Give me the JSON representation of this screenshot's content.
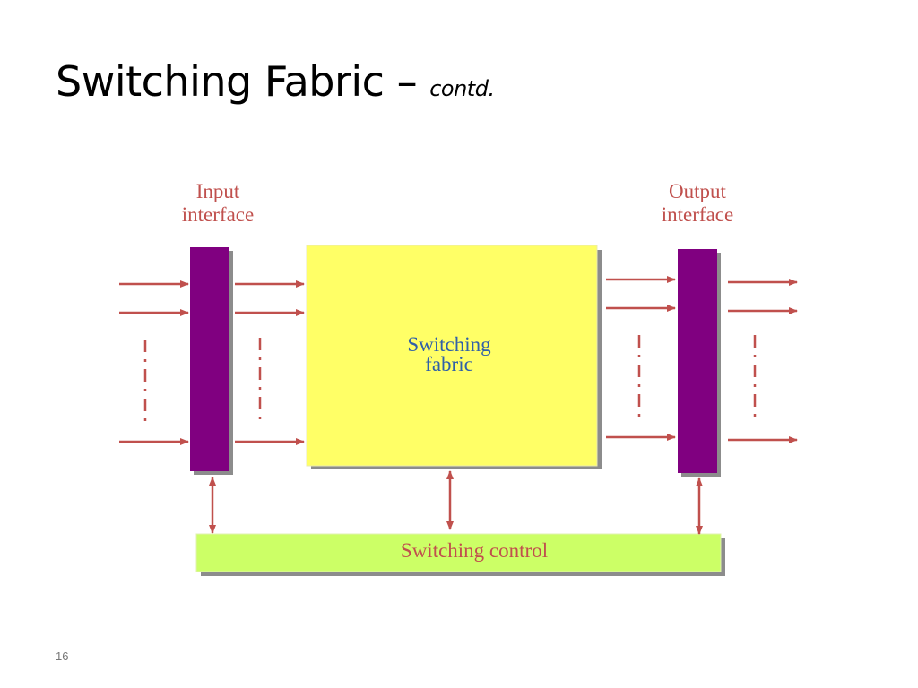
{
  "slide": {
    "title": "Switching Fabric –",
    "title_suffix": "contd.",
    "page_number": "16"
  },
  "diagram": {
    "input_interface_label": [
      "Input",
      "interface"
    ],
    "output_interface_label": [
      "Output",
      "interface"
    ],
    "fabric_label": [
      "Switching",
      "fabric"
    ],
    "control_label": "Switching control",
    "colors": {
      "interface_bar": "#800080",
      "fabric_fill": "#ffff66",
      "control_fill": "#ccff66",
      "arrow": "#c0504d",
      "label_red": "#c0504d",
      "label_blue": "#3060a8",
      "shadow": "#8c8c8c"
    }
  }
}
